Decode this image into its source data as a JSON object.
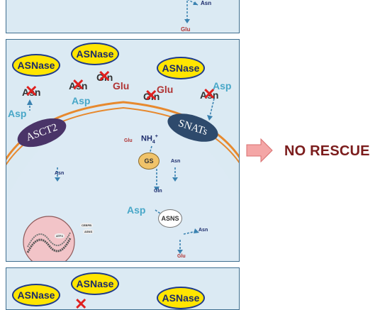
{
  "top_panel": {
    "asn": "Asn",
    "glu": "Glu"
  },
  "middle_panel": {
    "enzyme": "ASNase",
    "asn": "Asn",
    "gln": "Gln",
    "glu": "Glu",
    "asp": "Asp",
    "transporter_left": "ASCT2",
    "transporter_right": "SNATs",
    "gs_enzyme": "GS",
    "asns_enzyme": "ASNS",
    "nh4": "NH",
    "nh4_sup": "4",
    "nh4_charge": "+",
    "intracellular_asn": "Asn",
    "intracellular_glu": "Glu",
    "intracellular_gln": "Gln",
    "nucleus_labels": [
      "ATF4",
      "CEBPB",
      "ASNS"
    ]
  },
  "result": {
    "label": "NO RESCUE",
    "arrow_color": "#f4a6a6"
  },
  "bottom_panel": {
    "enzyme": "ASNase"
  },
  "colors": {
    "panel_bg": "#dbeaf3",
    "membrane": "#e7892e",
    "enzyme_fill": "#ffe500",
    "transporter": "#4a3468",
    "asp": "#48a7c8",
    "glu": "#b03434",
    "x_mark": "#e0201e"
  }
}
